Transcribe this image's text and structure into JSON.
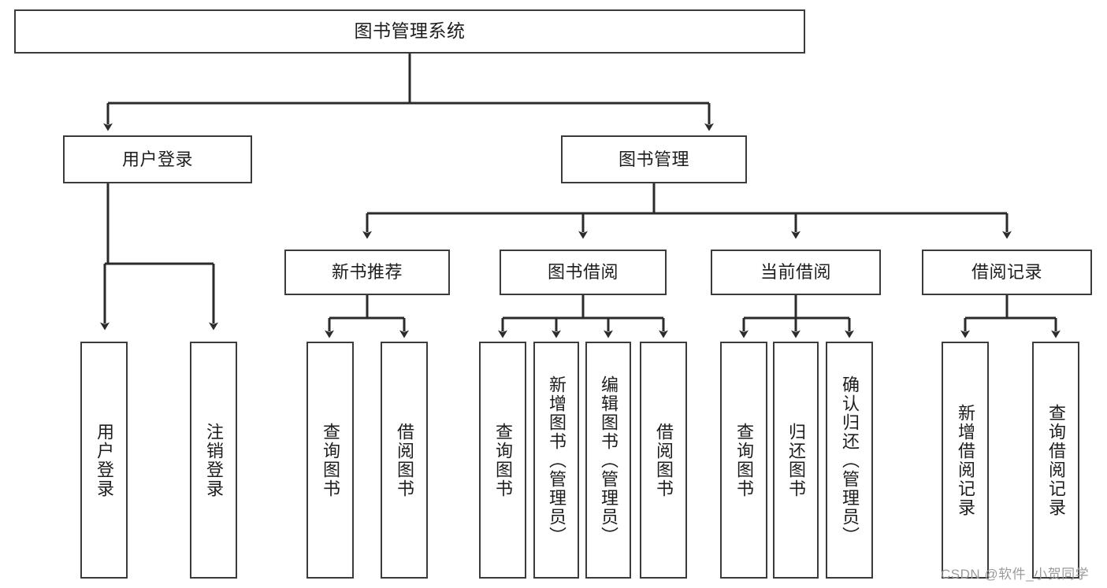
{
  "diagram": {
    "type": "tree",
    "title": "图书管理系统",
    "theme": {
      "background": "#ffffff",
      "node_border": "#3b3b3b",
      "node_fill": "#ffffff",
      "text": "#1d1d1d",
      "edge": "#2b2b2b",
      "watermark": "#9b9b9b"
    },
    "root": {
      "label": "图书管理系统"
    },
    "level2": [
      {
        "label": "用户登录"
      },
      {
        "label": "图书管理"
      }
    ],
    "level3": [
      {
        "label": "新书推荐"
      },
      {
        "label": "图书借阅"
      },
      {
        "label": "当前借阅"
      },
      {
        "label": "借阅记录"
      }
    ],
    "leaves": {
      "user_login": [
        {
          "label": "用户登录"
        },
        {
          "label": "注销登录"
        }
      ],
      "new_book": [
        {
          "label": "查询图书"
        },
        {
          "label": "借阅图书"
        }
      ],
      "book_borrow": [
        {
          "label": "查询图书"
        },
        {
          "label": "新增图书（管理员）"
        },
        {
          "label": "编辑图书（管理员）"
        },
        {
          "label": "借阅图书"
        }
      ],
      "current_borrow": [
        {
          "label": "查询图书"
        },
        {
          "label": "归还图书"
        },
        {
          "label": "确认归还（管理员）"
        }
      ],
      "borrow_record": [
        {
          "label": "新增借阅记录"
        },
        {
          "label": "查询借阅记录"
        }
      ]
    },
    "watermark": "CSDN @软件_小贺同学"
  }
}
